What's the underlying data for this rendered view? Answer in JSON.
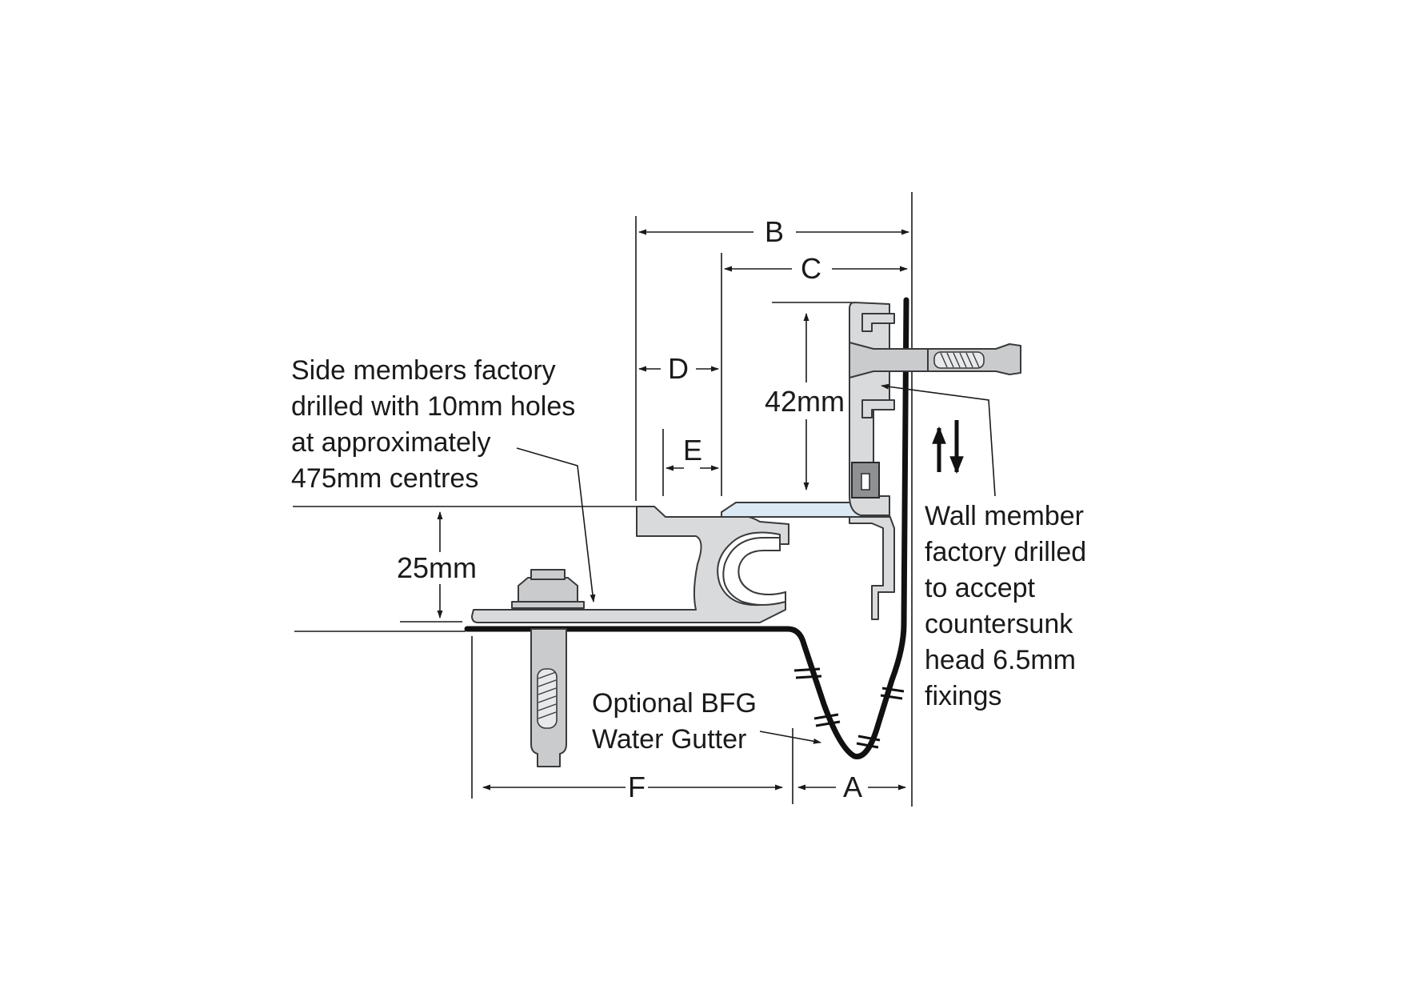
{
  "diagram": {
    "dimensions": {
      "a": "A",
      "b": "B",
      "c": "C",
      "d": "D",
      "e": "E",
      "f": "F",
      "height_42": "42mm",
      "height_25": "25mm"
    },
    "notes": {
      "side_members": [
        "Side members factory",
        "drilled with 10mm holes",
        "at approximately",
        "475mm centres"
      ],
      "wall_member": [
        "Wall member",
        "factory drilled",
        "to accept",
        "countersunk",
        "head 6.5mm",
        "fixings"
      ],
      "gutter": [
        "Optional BFG",
        "Water Gutter"
      ]
    },
    "colors": {
      "aluminium": "#d8dadc",
      "glass": "#dbe9f4",
      "insert": "#8e9092",
      "outline": "#1a1a1a"
    },
    "icons": {
      "arrow": "up-down-arrows-icon"
    }
  }
}
